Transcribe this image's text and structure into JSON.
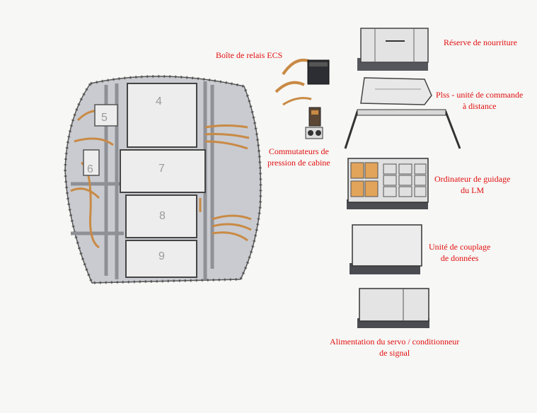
{
  "panel": {
    "box_numbers": [
      "4",
      "7",
      "8",
      "9",
      "5",
      "6"
    ]
  },
  "labels": {
    "ecs_relay_box": "Boîte de relais ECS",
    "cabin_pressure_switches": [
      "Commutateurs de",
      "pression de cabine"
    ],
    "food_storage": "Réserve de nourriture",
    "plss_remote_control": [
      "Plss - unité de commande",
      "à distance"
    ],
    "lm_guidance_computer": [
      "Ordinateur de guidage",
      "du LM"
    ],
    "data_coupling_unit": [
      "Unité de couplage",
      "de données"
    ],
    "servo_power_signal_conditioner": [
      "Alimentation du servo / conditionneur",
      "de signal"
    ]
  },
  "colors": {
    "label_red": "#e01010",
    "copper": "#c98a45",
    "panel_grey": "#c9cbd0",
    "box_face": "#ededed"
  }
}
